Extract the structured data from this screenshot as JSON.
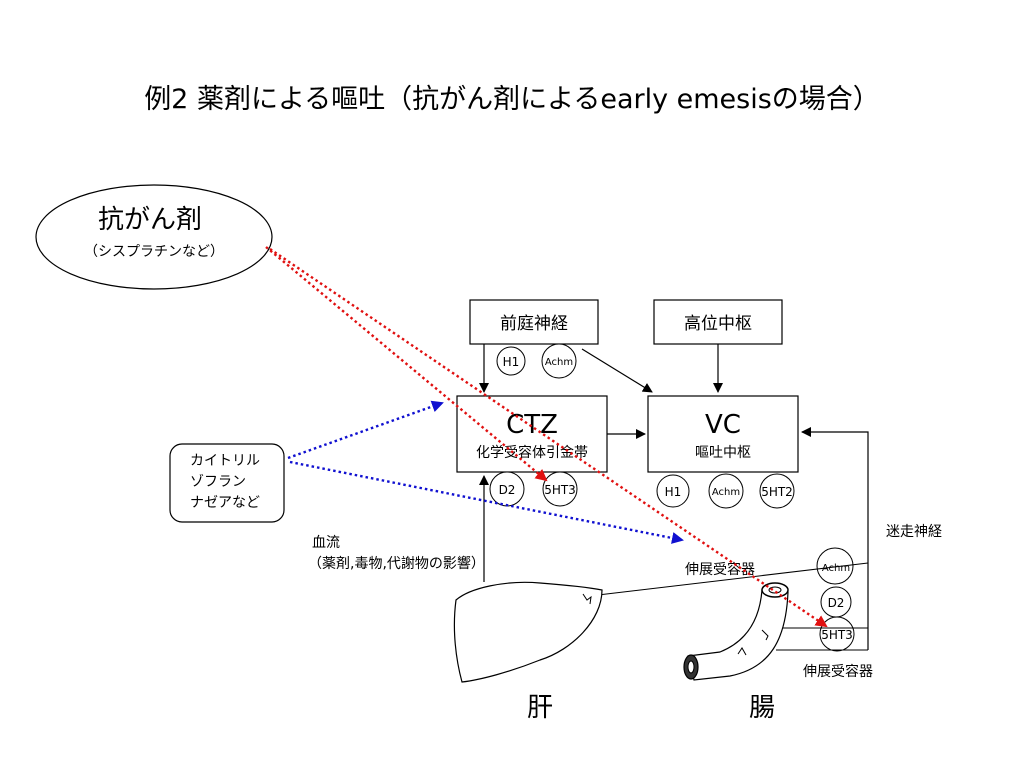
{
  "title": "例2 薬剤による嘔吐（抗がん剤によるearly emesisの場合）",
  "anticancer": {
    "name": "抗がん剤",
    "examples": "（シスプラチンなど）"
  },
  "antiemetics": {
    "line1": "カイトリル",
    "line2": "ゾフラン",
    "line3": "ナゼアなど"
  },
  "vestibular": "前庭神経",
  "higher_center": "高位中枢",
  "ctz": {
    "label": "CTZ",
    "sub": "化学受容体引金帯"
  },
  "vc": {
    "label": "VC",
    "sub": "嘔吐中枢"
  },
  "receptors": {
    "h1": "H1",
    "achm": "Achm",
    "d2": "D2",
    "ht3": "5HT3",
    "ht2": "5HT2"
  },
  "blood": {
    "line1": "血流",
    "line2": "（薬剤,毒物,代謝物の影響）"
  },
  "vagus": "迷走神経",
  "stretch_receptor": "伸展受容器",
  "liver": "肝",
  "intestine": "腸",
  "colors": {
    "red_path": "#e01010",
    "blue_path": "#1010d0"
  }
}
